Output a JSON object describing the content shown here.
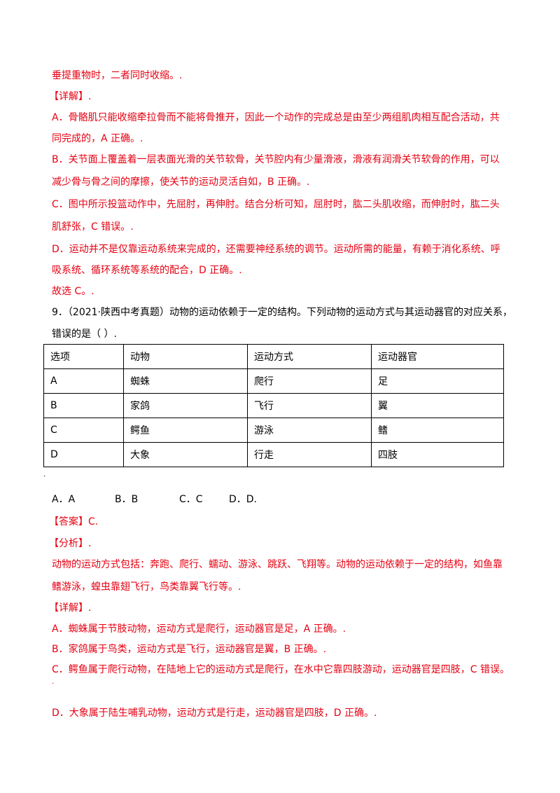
{
  "prev": {
    "l1": "垂提重物时，二者同时收缩。.",
    "detail_head": "【详解】.",
    "a1": "A．骨骼肌只能收缩牵拉骨而不能将骨推开，因此一个动作的完成总是由至少两组肌肉相互配合活动，共",
    "a2": "同完成的，A 正确。.",
    "b1": "B．关节面上覆盖着一层表面光滑的关节软骨，关节腔内有少量滑液，滑液有润滑关节软骨的作用，可以",
    "b2": "减少骨与骨之间的摩擦，使关节的运动灵活自如，B 正确。.",
    "c1": "C．图中所示投篮动作中，先屈肘，再伸肘。结合分析可知，屈肘时，肱二头肌收缩，而伸肘时，肱二头",
    "c2": "肌舒张，C 错误。.",
    "d1": "D．运动并不是仅靠运动系统来完成的，还需要神经系统的调节。运动所需的能量，有赖于消化系统、呼",
    "d2": "吸系统、循环系统等系统的配合，D 正确。.",
    "choose": "故选 C。."
  },
  "question": {
    "line1": "9．（2021·陕西中考真题）动物的运动依赖于一定的结构。下列动物的运动方式与其运动器官的对应关系，",
    "line2": "错误的是（      ）.",
    "table_header": [
      "选项",
      "动物",
      "运动方式",
      "运动器官"
    ],
    "table_rows": [
      [
        "A",
        "蜘蛛",
        "爬行",
        "足"
      ],
      [
        "B",
        "家鸽",
        "飞行",
        "翼"
      ],
      [
        "C",
        "鳄鱼",
        "游泳",
        "鳍"
      ],
      [
        "D",
        "大象",
        "行走",
        "四肢"
      ]
    ],
    "after_table": ".",
    "choices": [
      "A．A",
      "B．B",
      "C．C",
      "D．D."
    ]
  },
  "answer": {
    "label": "【答案】C.",
    "analysis_head": "【分析】.",
    "an1": "动物的运动方式包括：奔跑、爬行、蠕动、游泳、跳跃、飞翔等。动物的运动依赖于一定的结构，如鱼靠",
    "an2": "鳍游泳，蝗虫靠翅飞行，鸟类靠翼飞行等。.",
    "detail_head": "【详解】.",
    "a": "A．蜘蛛属于节肢动物，运动方式是爬行，运动器官是足，A 正确。.",
    "b": "B．家鸽属于鸟类，运动方式是飞行，运动器官是翼，B 正确。.",
    "c": "C．鳄鱼属于爬行动物，在陆地上它的运动方式是爬行，在水中它靠四肢游动，运动器官是四肢，C 错误。",
    "c_dot": ".",
    "d": "D．大象属于陆生哺乳动物，运动方式是行走，运动器官是四肢，D 正确。."
  }
}
